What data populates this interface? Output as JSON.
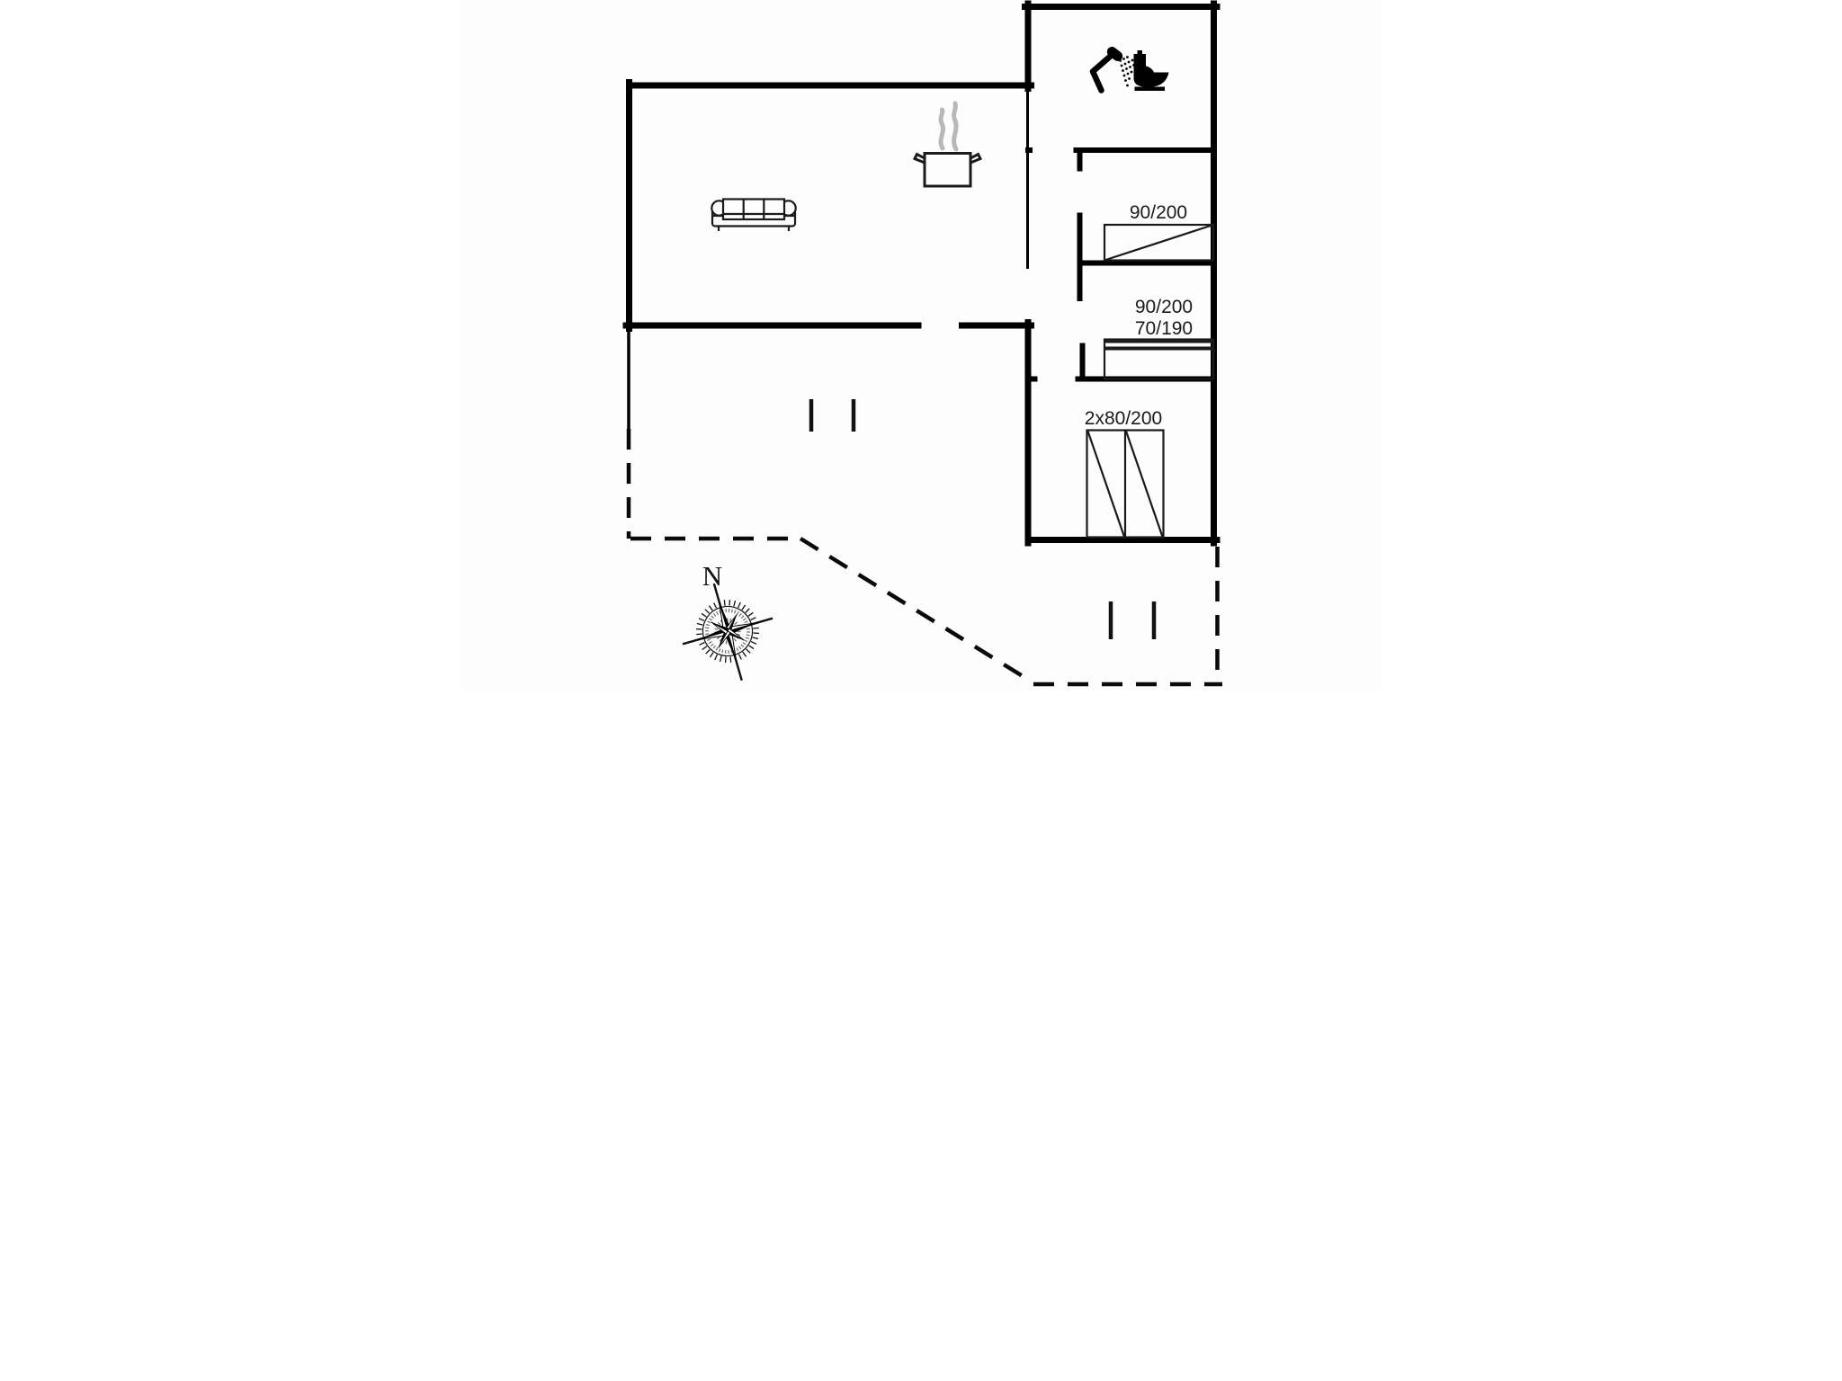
{
  "plan": {
    "kind": "holiday-home floor plan, top-down",
    "colors": {
      "walls": "#000000",
      "furniture_lines": "#1a1a1a",
      "steam": "#b8b8b8",
      "background": "#fdfdfd",
      "text": "#1a1a1a"
    },
    "labels": {
      "bedroom1_bed": "90/200",
      "bedroom2_bed_upper": "90/200",
      "bedroom2_bed_lower": "70/190",
      "wardrobe": "2x80/200",
      "compass_north": "N"
    },
    "icons": [
      "shower-icon",
      "toilet-icon",
      "cooking-pot-icon",
      "steam-icon",
      "sofa-icon",
      "single-bed-icon",
      "bunk-bed-icon",
      "double-wardrobe-icon",
      "window-opening-marker",
      "compass-rose-icon"
    ],
    "boundaries": {
      "solid": "exterior and interior walls",
      "dashed": "terrace / plot boundary"
    }
  }
}
